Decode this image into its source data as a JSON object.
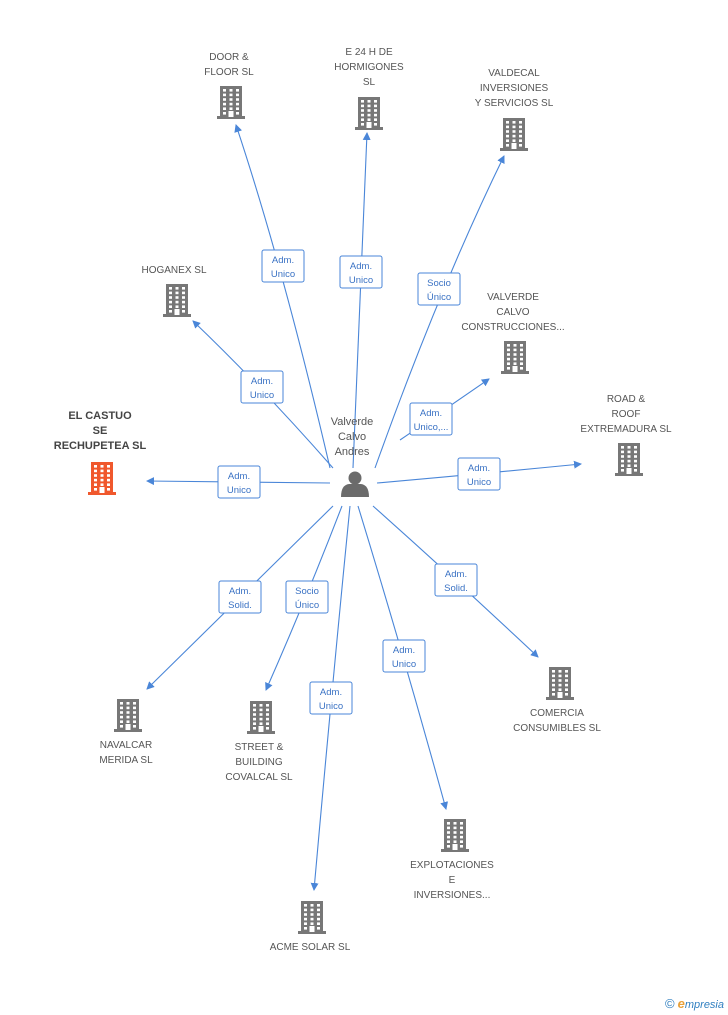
{
  "center": {
    "label": [
      "Valverde",
      "Calvo",
      "Andres"
    ],
    "icon": "person-icon"
  },
  "colors": {
    "edge": "#4a86d8",
    "company": "#777777",
    "main_company": "#f0582d",
    "person": "#6b6b6b"
  },
  "nodes": [
    {
      "id": "el-castuo",
      "label": [
        "EL CASTUO",
        "SE",
        "RECHUPETEA SL"
      ],
      "main": true,
      "icon": "building-icon"
    },
    {
      "id": "door-floor",
      "label": [
        "DOOR &",
        "FLOOR SL"
      ],
      "icon": "building-icon"
    },
    {
      "id": "e24h",
      "label": [
        "E 24 H DE",
        "HORMIGONES",
        "SL"
      ],
      "icon": "building-icon"
    },
    {
      "id": "valdecal",
      "label": [
        "VALDECAL",
        "INVERSIONES",
        "Y SERVICIOS  SL"
      ],
      "icon": "building-icon"
    },
    {
      "id": "hoganex",
      "label": [
        "HOGANEX SL"
      ],
      "icon": "building-icon"
    },
    {
      "id": "valverde-calvo",
      "label": [
        "VALVERDE",
        "CALVO",
        "CONSTRUCCIONES..."
      ],
      "icon": "building-icon"
    },
    {
      "id": "road-roof",
      "label": [
        "ROAD &",
        "ROOF",
        "EXTREMADURA SL"
      ],
      "icon": "building-icon"
    },
    {
      "id": "comercia",
      "label": [
        "COMERCIA",
        "CONSUMIBLES SL"
      ],
      "icon": "building-icon"
    },
    {
      "id": "explotaciones",
      "label": [
        "EXPLOTACIONES",
        "E",
        "INVERSIONES..."
      ],
      "icon": "building-icon"
    },
    {
      "id": "acme",
      "label": [
        "ACME SOLAR SL"
      ],
      "icon": "building-icon"
    },
    {
      "id": "street",
      "label": [
        "STREET &",
        "BUILDING",
        "COVALCAL SL"
      ],
      "icon": "building-icon"
    },
    {
      "id": "navalcar",
      "label": [
        "NAVALCAR",
        "MERIDA SL"
      ],
      "icon": "building-icon"
    }
  ],
  "edges": [
    {
      "to": "el-castuo",
      "label": [
        "Adm.",
        "Unico"
      ]
    },
    {
      "to": "door-floor",
      "label": [
        "Adm.",
        "Unico"
      ]
    },
    {
      "to": "e24h",
      "label": [
        "Adm.",
        "Unico"
      ]
    },
    {
      "to": "valdecal",
      "label": [
        "Socio",
        "Único"
      ]
    },
    {
      "to": "hoganex",
      "label": [
        "Adm.",
        "Unico"
      ]
    },
    {
      "to": "valverde-calvo",
      "label": [
        "Adm.",
        "Unico,..."
      ]
    },
    {
      "to": "road-roof",
      "label": [
        "Adm.",
        "Unico"
      ]
    },
    {
      "to": "comercia",
      "label": [
        "Adm.",
        "Solid."
      ]
    },
    {
      "to": "explotaciones",
      "label": [
        "Adm.",
        "Unico"
      ]
    },
    {
      "to": "acme",
      "label": [
        "Adm.",
        "Unico"
      ]
    },
    {
      "to": "street",
      "label": [
        "Socio",
        "Único"
      ]
    },
    {
      "to": "navalcar",
      "label": [
        "Adm.",
        "Solid."
      ]
    }
  ],
  "footer": {
    "copyright": "©",
    "brand_e": "e",
    "brand_rest": "mpresia"
  }
}
